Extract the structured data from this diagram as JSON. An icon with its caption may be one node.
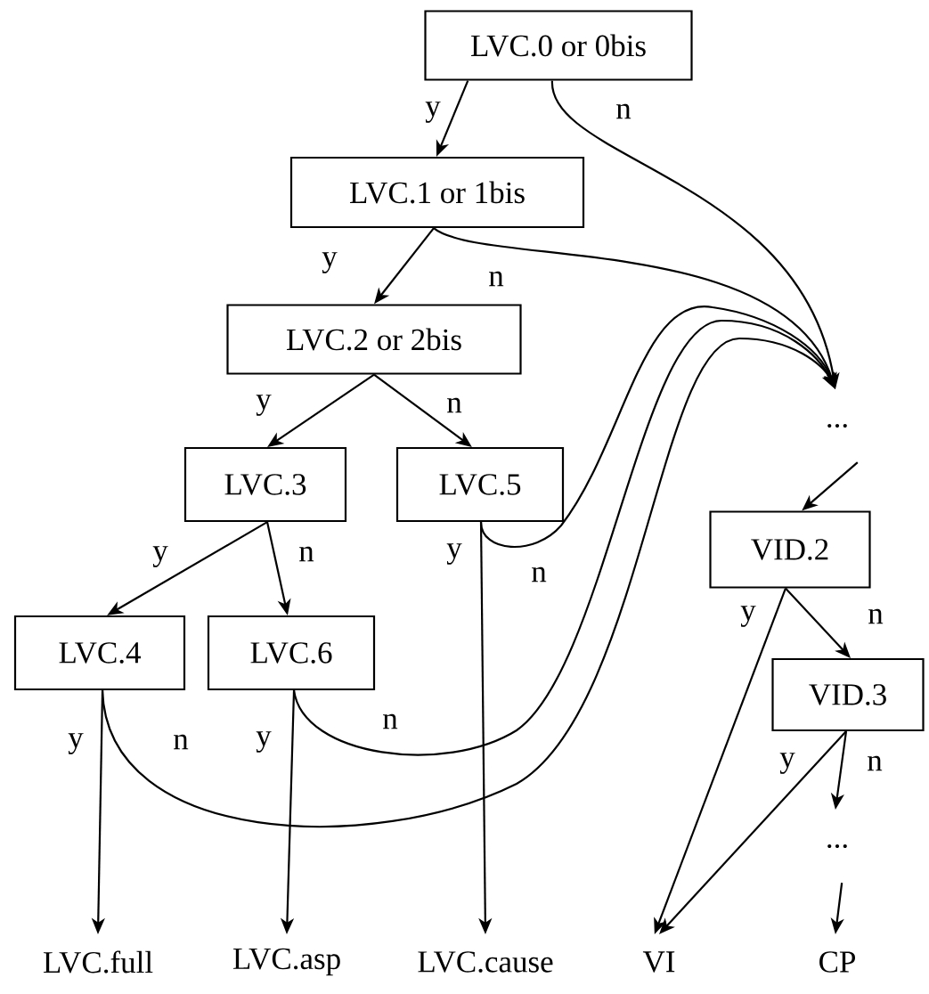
{
  "diagram": {
    "nodes": [
      {
        "text": [
          "LVC.0 or 0bis"
        ]
      },
      {
        "text": [
          "LVC.1 or 1bis"
        ]
      },
      {
        "text": [
          "LVC.2 or 2bis"
        ]
      },
      {
        "text": [
          "LVC.3"
        ]
      },
      {
        "text": [
          "LVC.5"
        ]
      },
      {
        "text": [
          "LVC.4"
        ]
      },
      {
        "text": [
          "LVC.6"
        ]
      },
      {
        "text": [
          "..."
        ]
      },
      {
        "text": [
          "VID.2"
        ]
      },
      {
        "text": [
          "VID.3"
        ]
      },
      {
        "text": [
          "..."
        ]
      },
      {
        "text": [
          "LVC.full"
        ]
      },
      {
        "text": [
          "LVC.asp"
        ]
      },
      {
        "text": [
          "LVC.cause"
        ]
      },
      {
        "text": [
          "VI"
        ]
      },
      {
        "text": [
          "CP"
        ]
      }
    ],
    "edges": [
      {
        "from": 0,
        "to": 1,
        "arrow": "to",
        "label": "y"
      },
      {
        "from": 0,
        "to": 7,
        "arrow": "to",
        "label": "n"
      },
      {
        "from": 1,
        "to": 2,
        "arrow": "to",
        "label": "y"
      },
      {
        "from": 1,
        "to": 7,
        "arrow": "to",
        "label": "n"
      },
      {
        "from": 2,
        "to": 3,
        "arrow": "to",
        "label": "y"
      },
      {
        "from": 2,
        "to": 4,
        "arrow": "to",
        "label": "n"
      },
      {
        "from": 3,
        "to": 5,
        "arrow": "to",
        "label": "y"
      },
      {
        "from": 3,
        "to": 6,
        "arrow": "to",
        "label": "n"
      },
      {
        "from": 4,
        "to": 13,
        "arrow": "to",
        "label": "y"
      },
      {
        "from": 4,
        "to": 7,
        "arrow": "to",
        "label": "n"
      },
      {
        "from": 5,
        "to": 11,
        "arrow": "to",
        "label": "y"
      },
      {
        "from": 5,
        "to": 7,
        "arrow": "to",
        "label": "n"
      },
      {
        "from": 6,
        "to": 12,
        "arrow": "to",
        "label": "y"
      },
      {
        "from": 6,
        "to": 7,
        "arrow": "to",
        "label": "n"
      },
      {
        "from": 7,
        "to": 8,
        "arrow": "to"
      },
      {
        "from": 8,
        "to": 14,
        "arrow": "to",
        "label": "y"
      },
      {
        "from": 8,
        "to": 9,
        "arrow": "to",
        "label": "n"
      },
      {
        "from": 9,
        "to": 14,
        "arrow": "to",
        "label": "y"
      },
      {
        "from": 9,
        "to": 10,
        "arrow": "to",
        "label": "n"
      },
      {
        "from": 10,
        "to": 15,
        "arrow": "to"
      }
    ]
  }
}
